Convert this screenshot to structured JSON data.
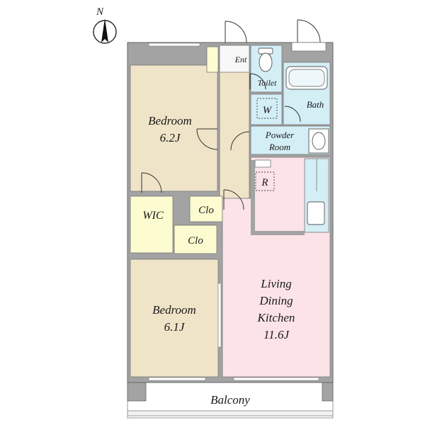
{
  "compass": {
    "label": "N"
  },
  "rooms": {
    "bedroom_north": {
      "name": "Bedroom",
      "size": "6.2J"
    },
    "bedroom_south": {
      "name": "Bedroom",
      "size": "6.1J"
    },
    "ldk": {
      "line1": "Living",
      "line2": "Dining",
      "line3": "Kitchen",
      "size": "11.6J"
    },
    "wic": {
      "name": "WIC"
    },
    "closet_upper": {
      "name": "Clo"
    },
    "closet_lower": {
      "name": "Clo"
    },
    "entrance": {
      "name": "Ent"
    },
    "toilet": {
      "name": "Toilet"
    },
    "bath": {
      "name": "Bath"
    },
    "powder_room": {
      "line1": "Powder",
      "line2": "Room"
    },
    "washer": {
      "name": "W"
    },
    "fridge": {
      "name": "R"
    },
    "balcony": {
      "name": "Balcony"
    }
  },
  "colors": {
    "wall": "#a3a3a3",
    "bedroom": "#f0e4c8",
    "ldk": "#fbe3e8",
    "storage": "#fdfbd0",
    "wet": "#d4eef6",
    "corridor": "#f0e4c8"
  }
}
